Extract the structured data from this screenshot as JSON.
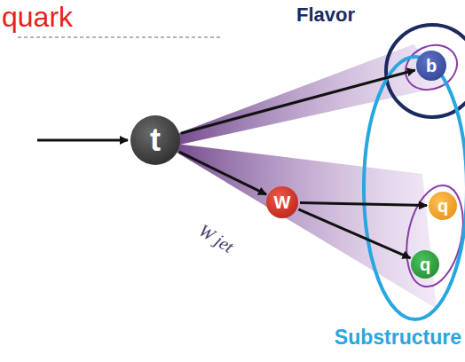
{
  "diagram": {
    "nodes": [
      {
        "text": [
          "t"
        ]
      },
      {
        "text": [
          "b"
        ]
      },
      {
        "text": [
          "W"
        ]
      },
      {
        "text": [
          "q"
        ]
      },
      {
        "text": [
          "q"
        ]
      }
    ],
    "edges": [
      {
        "from": 0,
        "to": 1,
        "arrow": "to"
      },
      {
        "from": 0,
        "to": 2,
        "arrow": "to"
      },
      {
        "from": 2,
        "to": 3,
        "arrow": "to"
      },
      {
        "from": 2,
        "to": 4,
        "arrow": "to"
      }
    ],
    "labels": [
      "quark",
      "Flavor",
      "Substructure",
      "W jet"
    ]
  }
}
